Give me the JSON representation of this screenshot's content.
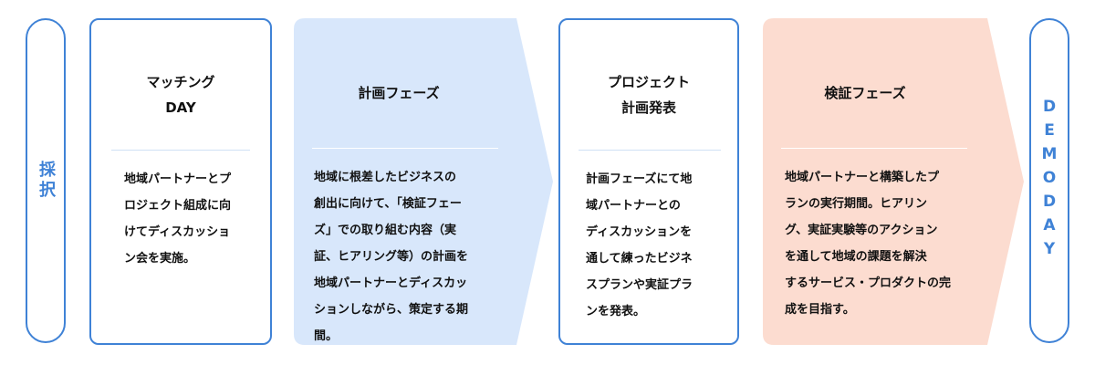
{
  "colors": {
    "accent": "#3f82d6",
    "plan_fill": "#d8e7fb",
    "verify_fill": "#fcdcd0"
  },
  "start_pill": {
    "label": "採択"
  },
  "end_pill": {
    "label": "DEMODAY"
  },
  "steps": [
    {
      "title": "マッチング\nDAY",
      "body": "地域パートナーとプ\nロジェクト組成に向\nけてディスカッショ\nン会を実施。"
    },
    {
      "title": "計画フェーズ",
      "body": "地域に根差したビジネスの\n創出に向けて、「検証フェー\nズ」での取り組む内容（実\n証、ヒアリング等）の計画を\n地域パートナーとディスカッ\nションしながら、策定する期\n間。"
    },
    {
      "title": "プロジェクト\n計画発表",
      "body": "計画フェーズにて地\n域パートナーとの\nディスカッションを\n通して練ったビジネ\nスプランや実証プラ\nンを発表。"
    },
    {
      "title": "検証フェーズ",
      "body": "地域パートナーと構築したプ\nランの実行期間。ヒアリン\nグ、実証実験等のアクション\nを通して地域の課題を解決\nするサービス・プロダクトの完\n成を目指す。"
    }
  ]
}
